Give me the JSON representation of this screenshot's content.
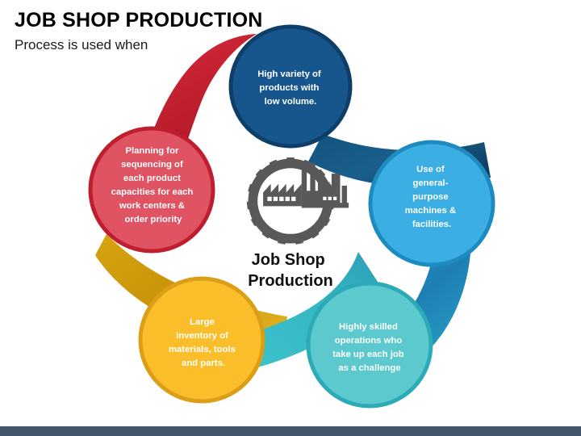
{
  "slide": {
    "title": "JOB SHOP PRODUCTION",
    "subtitle": "Process is used when",
    "background_color": "#ffffff",
    "footer_bar_color": "#44546a"
  },
  "center": {
    "icon": "factory-gear-icon",
    "icon_color": "#595959",
    "label_line1": "Job Shop",
    "label_line2": "Production"
  },
  "nodes": [
    {
      "id": "high-variety",
      "position": "top",
      "fill": "#17568C",
      "stroke": "#0D3F69",
      "ribbon": "#C8293C",
      "lines": [
        "High variety of",
        "products with",
        "low volume."
      ]
    },
    {
      "id": "general-purpose",
      "position": "right",
      "fill": "#3BAEE3",
      "stroke": "#1E8BC0",
      "ribbon": "#1B4F7E",
      "lines": [
        "Use of",
        "general-",
        "purpose",
        "machines &",
        "facilities."
      ]
    },
    {
      "id": "highly-skilled",
      "position": "bottom-right",
      "fill": "#5BC9CE",
      "stroke": "#2CABB6",
      "ribbon": "#2B9BC4",
      "lines": [
        "Highly skilled",
        "operations who",
        "take up each job",
        "as a challenge"
      ]
    },
    {
      "id": "large-inventory",
      "position": "bottom-left",
      "fill": "#FBBE2B",
      "stroke": "#DB9E16",
      "ribbon": "#35BAC4",
      "lines": [
        "Large",
        "inventory of",
        "materials, tools",
        "and parts."
      ]
    },
    {
      "id": "planning-sequencing",
      "position": "left",
      "fill": "#E05363",
      "stroke": "#BE1E2D",
      "ribbon": "#D8A310",
      "lines": [
        "Planning for",
        "sequencing of",
        "each product",
        "capacities for each",
        "work centers &",
        "order priority"
      ]
    }
  ]
}
